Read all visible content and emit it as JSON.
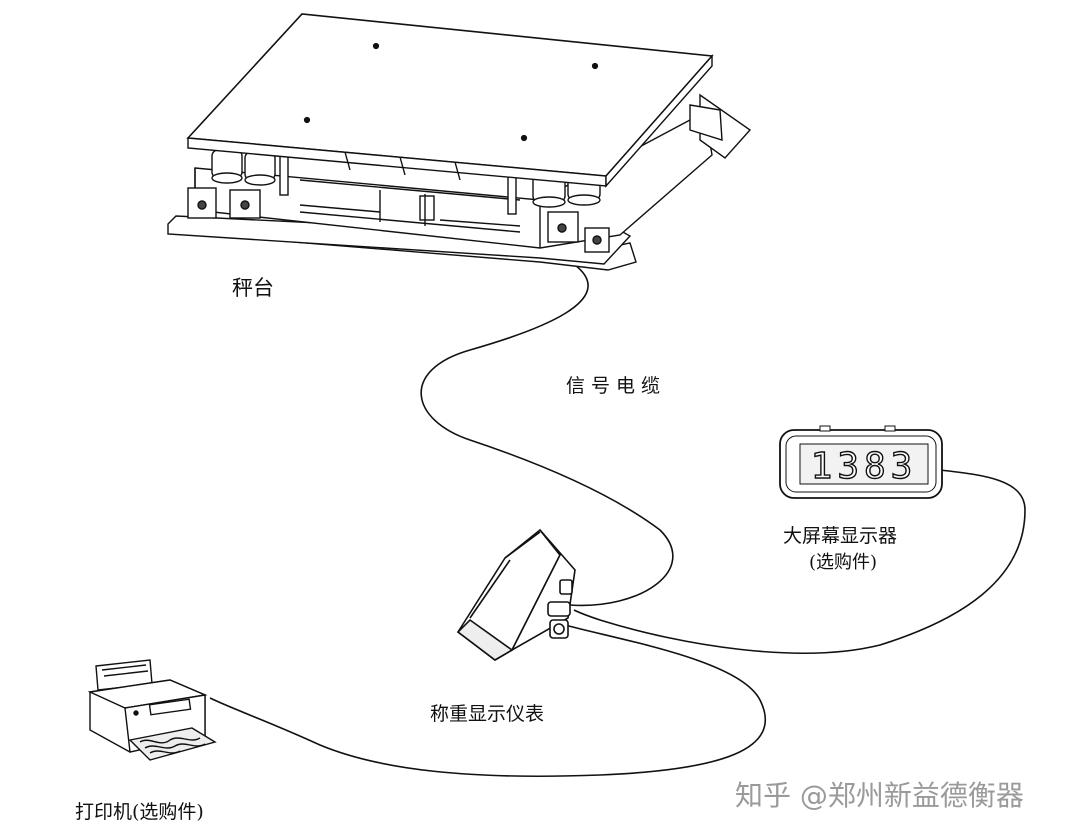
{
  "labels": {
    "platform": "秤台",
    "signal_cable": "信号电缆",
    "big_display": "大屏幕显示器",
    "big_display_optional": "(选购件)",
    "indicator": "称重显示仪表",
    "printer": "打印机(选购件)"
  },
  "big_display_readout": "1383",
  "watermark": "知乎 @郑州新益德衡器",
  "colors": {
    "line": "#111111",
    "watermark": "#9a9a9a"
  }
}
